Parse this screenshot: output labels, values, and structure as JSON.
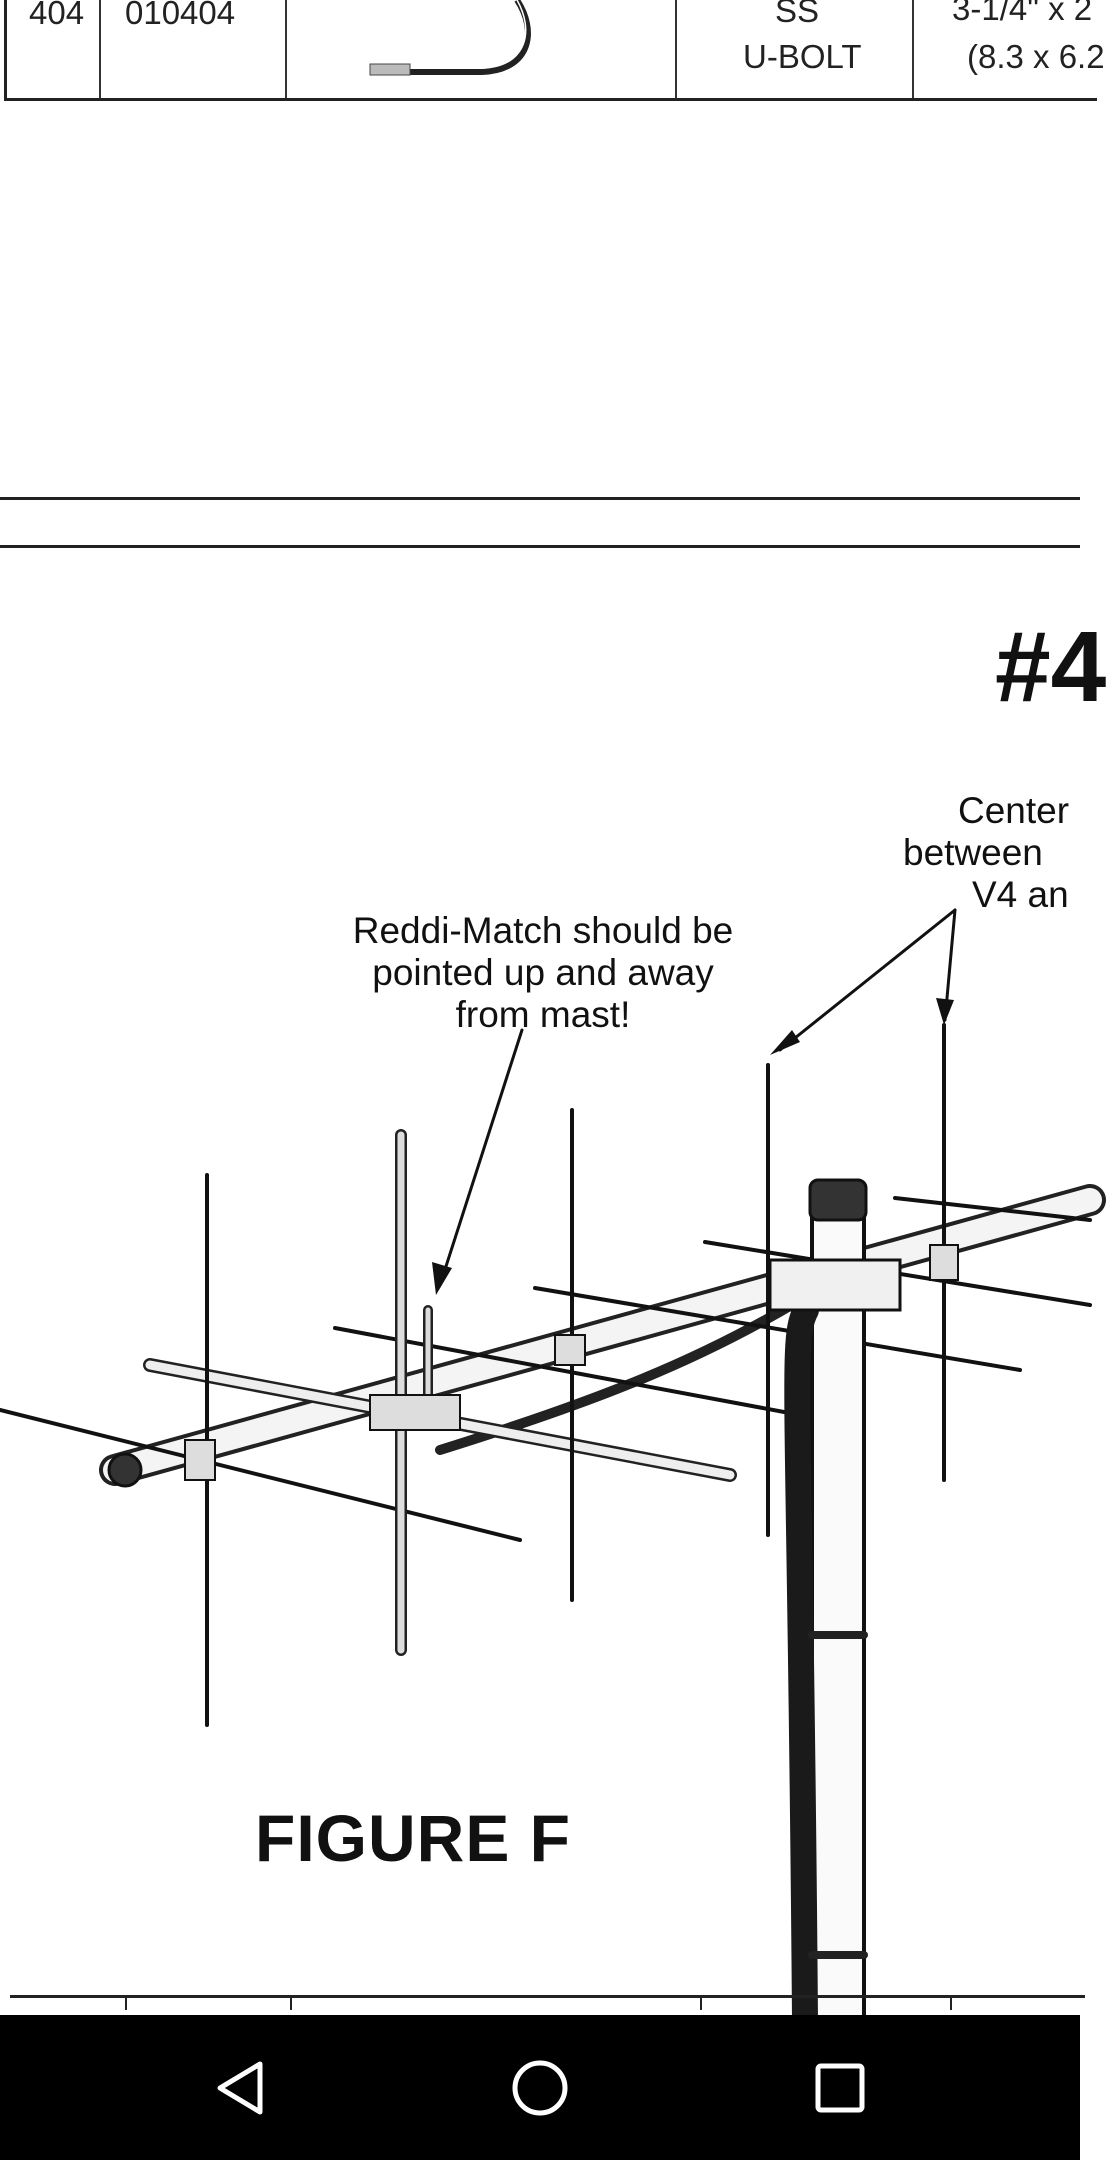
{
  "table_row": {
    "item_no": "404",
    "part_no": "010404",
    "material": "SS",
    "description": "U-BOLT",
    "size_line1": "3-1/4\" x 2",
    "size_line2": "(8.3 x 6.2"
  },
  "section_title": "#4",
  "callouts": {
    "center_line1": "Center",
    "center_line2": "between",
    "center_line3": "V4 an",
    "reddi_line1": "Reddi-Match should be",
    "reddi_line2": "pointed up and away",
    "reddi_line3": "from mast!"
  },
  "figure_label": "FIGURE F",
  "navigation": {
    "back": "back-icon",
    "home": "home-icon",
    "recents": "recents-icon"
  }
}
